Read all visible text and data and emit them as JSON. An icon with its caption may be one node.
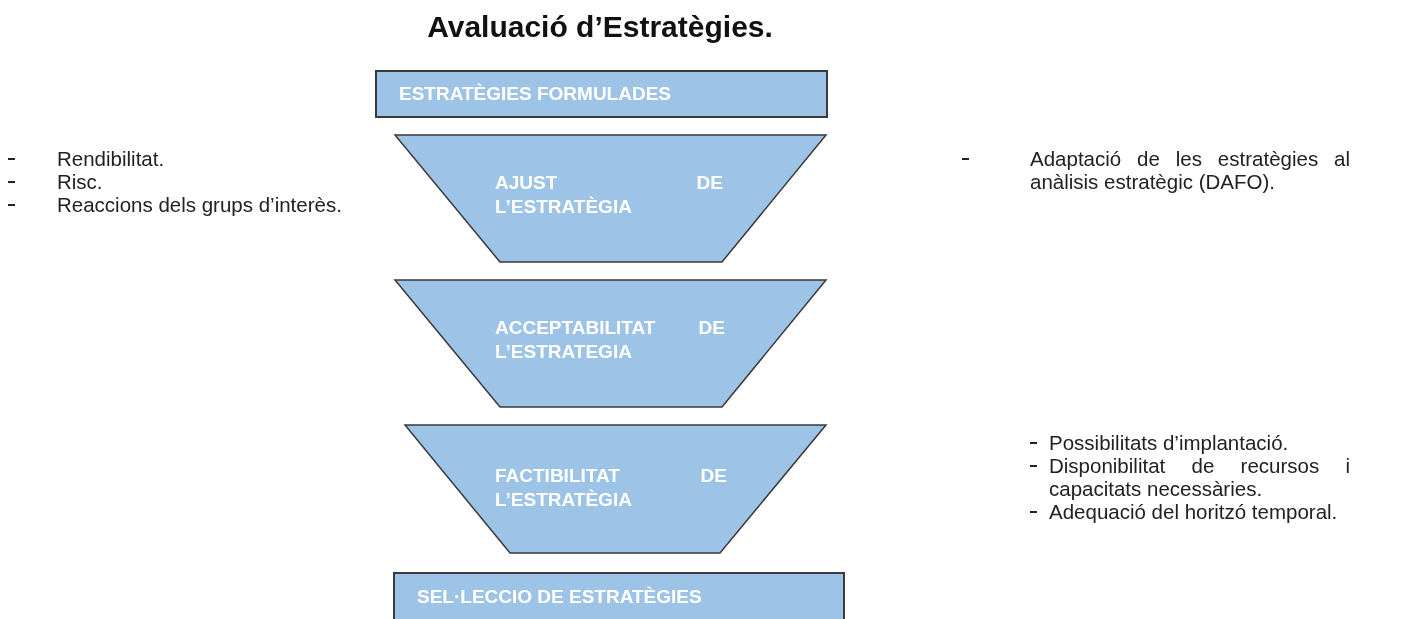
{
  "diagram": {
    "title": "Avaluació d’Estratègies.",
    "nodes": [
      {
        "text": [
          "ESTRATÈGIES FORMULADES"
        ]
      },
      {
        "text": [
          "AJUST DE L’ESTRATÈGIA"
        ]
      },
      {
        "text": [
          "ACCEPTABILITAT DE L’ESTRATEGIA"
        ]
      },
      {
        "text": [
          "FACTIBILITAT DE L’ESTRATÈGIA"
        ]
      },
      {
        "text": [
          "SEL·LECCIO DE ESTRATÈGIES"
        ]
      }
    ],
    "edges": [],
    "labels": [
      "Rendibilitat.",
      "Risc.",
      "Reaccions dels grups d’interès.",
      "Adaptació de les estratègies al anàlisis estratègic (DAFO).",
      "Possibilitats d’implantació.",
      "Disponibilitat de recursos i capacitats necessàries.",
      "Adequació del horitzó temporal."
    ]
  }
}
